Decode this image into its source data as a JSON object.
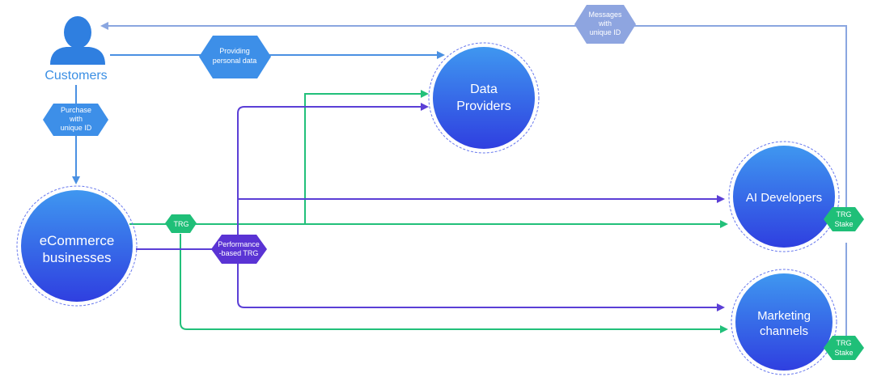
{
  "colors": {
    "blue_line": "#4a90e2",
    "light_blue_line": "#8aa6e0",
    "green_line": "#22c07a",
    "purple_line": "#5b3fd6",
    "node_top": "#3f97f0",
    "node_bottom": "#2f3fe0",
    "hex_blue": "#3d8fe8",
    "hex_light": "#8ea5e0",
    "hex_green": "#1fbf78",
    "hex_purple": "#5a33d4",
    "customer_icon": "#2f7fe0"
  },
  "customers": {
    "label": "Customers",
    "icon": "user-icon"
  },
  "nodes": {
    "ecommerce": {
      "line1": "eCommerce",
      "line2": "businesses"
    },
    "providers": {
      "line1": "Data",
      "line2": "Providers"
    },
    "ai": {
      "line1": "AI Developers",
      "line2": ""
    },
    "marketing": {
      "line1": "Marketing",
      "line2": "channels"
    }
  },
  "tags": {
    "providing": {
      "line1": "Providing",
      "line2": "personal data"
    },
    "purchase": {
      "line1": "Purchase",
      "line2": "with",
      "line3": "unique ID"
    },
    "messages": {
      "line1": "Messages",
      "line2": "with",
      "line3": "unique ID"
    },
    "trg": {
      "line1": "TRG"
    },
    "performance": {
      "line1": "Performance",
      "line2": "-based TRG"
    },
    "stake_ai": {
      "line1": "TRG",
      "line2": "Stake"
    },
    "stake_mkt": {
      "line1": "TRG",
      "line2": "Stake"
    }
  }
}
